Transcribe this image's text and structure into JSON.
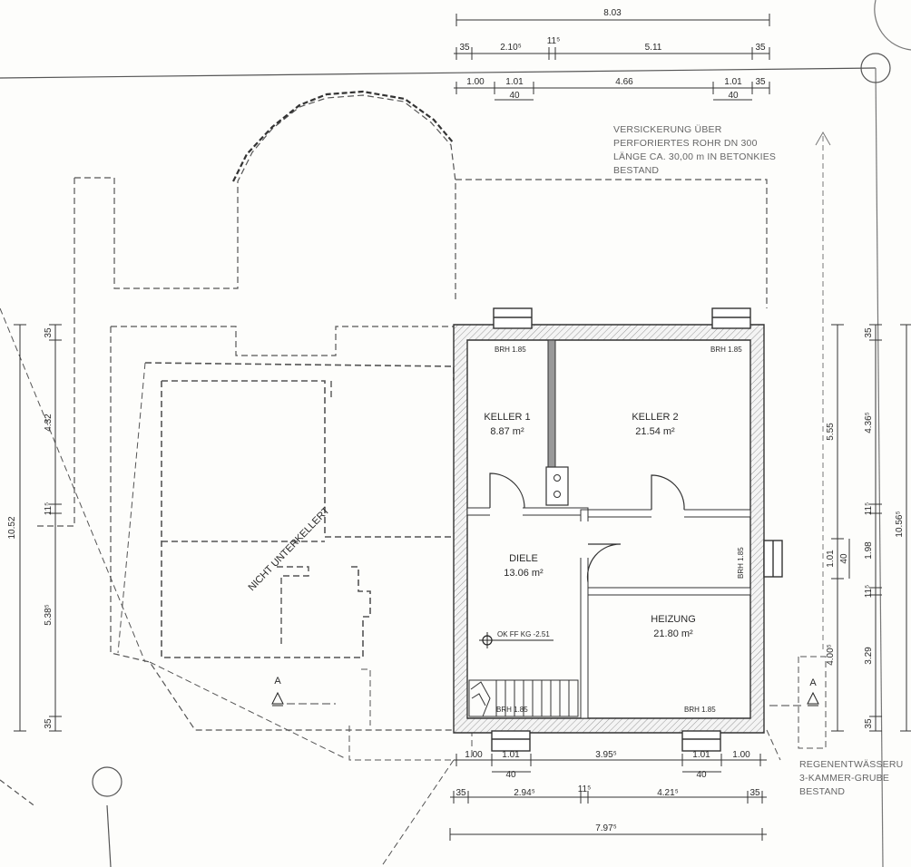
{
  "dimensions": {
    "top_overall": "8.03",
    "top_row2": [
      "35",
      "2.10⁵",
      "11⁵",
      "5.11",
      "35"
    ],
    "top_row3": [
      "1.00",
      "1.01",
      "40",
      "4.66",
      "1.01",
      "40",
      "35"
    ],
    "left_overall": "10.52",
    "left_parts": [
      "35",
      "4.32",
      "11⁵",
      "5.38⁵",
      "35"
    ],
    "right_outer": "10.56⁵",
    "right_mid": [
      "35",
      "4.36⁵",
      "11⁵",
      "1.98",
      "11⁵",
      "3.29",
      "35"
    ],
    "right_inner": [
      "5.55",
      "1.01",
      "40",
      "4.00⁵"
    ],
    "bottom_row1": [
      "1.00",
      "1.01",
      "40",
      "3.95⁵",
      "1.01",
      "40",
      "1.00"
    ],
    "bottom_row2": [
      "35",
      "2.94⁵",
      "11⁵",
      "4.21⁵",
      "35"
    ],
    "bottom_overall": "7.97⁵"
  },
  "rooms": [
    {
      "name": "KELLER 1",
      "area": "8.87 m²"
    },
    {
      "name": "KELLER 2",
      "area": "21.54 m²"
    },
    {
      "name": "DIELE",
      "area": "13.06 m²"
    },
    {
      "name": "HEIZUNG",
      "area": "21.80 m²"
    }
  ],
  "brh": [
    "BRH 1.85",
    "BRH 1.85",
    "BRH 1.85",
    "BRH 1.85",
    "BRH 1.85"
  ],
  "level_mark": "OK FF KG -2.51",
  "not_basement": "NICHT UNTERKELLERT",
  "section_marks": [
    "A",
    "A"
  ],
  "notes": {
    "infiltration": [
      "VERSICKERUNG ÜBER",
      "PERFORIERTES ROHR DN 300",
      "LÄNGE CA. 30,00 m IN BETONKIES",
      "BESTAND"
    ],
    "rainwater": [
      "REGENENTWÄSSERU",
      "3-KAMMER-GRUBE",
      "BESTAND"
    ]
  }
}
